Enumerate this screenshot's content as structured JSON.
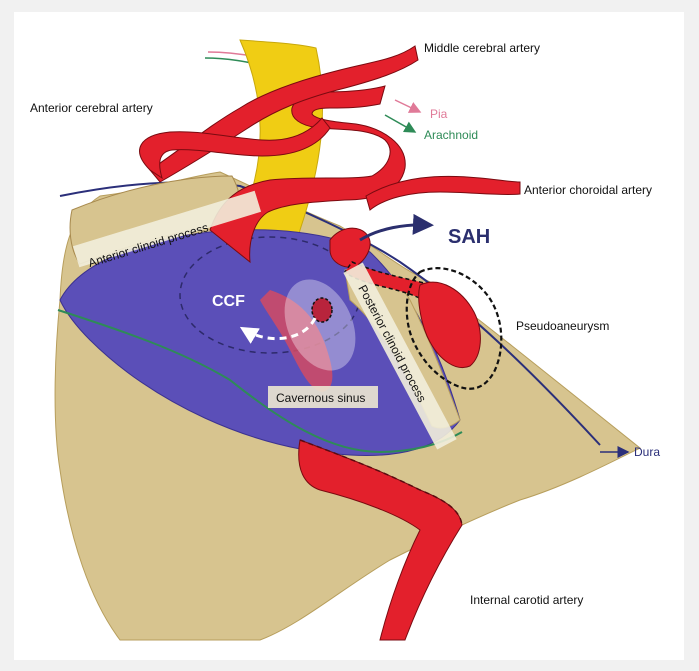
{
  "labels": {
    "mca": "Middle cerebral artery",
    "aca": "Anterior cerebral artery",
    "pia": "Pia",
    "arachnoid": "Arachnoid",
    "achoa": "Anterior choroidal artery",
    "acp": "Anterior clinoid process",
    "sah": "SAH",
    "ccf": "CCF",
    "pcp": "Posterior clinoid process",
    "pseudo": "Pseudoaneurysm",
    "cs": "Cavernous sinus",
    "dura": "Dura",
    "ica": "Internal carotid artery"
  },
  "colors": {
    "artery": "#e3202c",
    "sinus": "#5b4fb8",
    "bone": "#d7c48f",
    "nerve": "#f0cd14",
    "pia": "#e07a98",
    "arachnoid": "#2e8b57",
    "dura": "#2b2f7a",
    "sah_arrow": "#2b2f6e"
  },
  "icons": [
    "pia-arrow-icon",
    "arachnoid-arrow-icon",
    "sah-arrow-icon",
    "dura-arrow-icon",
    "ccf-flow-arrow-icon"
  ]
}
